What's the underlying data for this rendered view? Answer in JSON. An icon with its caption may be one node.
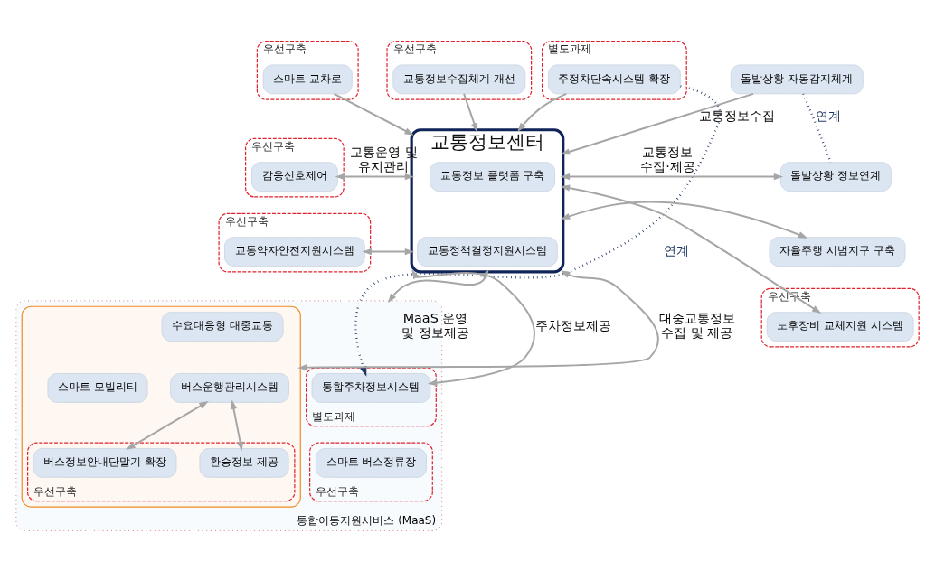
{
  "diagram": {
    "nodes": [
      {
        "text": [
          "우선구축"
        ]
      },
      {
        "text": [
          "스마트 교차로"
        ],
        "in": 0
      },
      {
        "text": [
          "우선구축"
        ]
      },
      {
        "text": [
          "교통정보수집체계 개선"
        ],
        "in": 2
      },
      {
        "text": [
          "돌발상황 자동감지체계"
        ]
      },
      {
        "text": [
          "별도과제"
        ]
      },
      {
        "text": [
          "주정차단속시스템 확장"
        ],
        "in": 5
      },
      {
        "text": [
          "우선구축"
        ]
      },
      {
        "text": [
          "감응신호제어"
        ],
        "in": 7
      },
      {
        "text": [
          "우선구축"
        ]
      },
      {
        "text": [
          "교통약자안전지원시스템"
        ],
        "in": 9
      },
      {
        "text": [
          "교통정보센터"
        ]
      },
      {
        "text": [
          "교통정보 플랫폼 구축"
        ],
        "in": 11
      },
      {
        "text": [
          "교통정책결정지원시스템"
        ],
        "in": 11
      },
      {
        "text": [
          "돌발상황 정보연계"
        ]
      },
      {
        "text": [
          "자율주행 시범지구 구축"
        ]
      },
      {
        "text": [
          "우선구축"
        ]
      },
      {
        "text": [
          "노후장비 교체지원 시스템"
        ],
        "in": 16
      },
      {
        "text": [
          "통합이동지원서비스 (MaaS)"
        ]
      },
      {
        "text": [],
        "shape": "box",
        "in": 18
      },
      {
        "text": [
          "버스운행관리시스템"
        ],
        "in": 19
      },
      {
        "text": [
          "스마트 모빌리티"
        ],
        "in": 19
      },
      {
        "text": [
          "수요대응형 대중교통"
        ],
        "in": 19
      },
      {
        "text": [
          "우선구축"
        ],
        "in": 19
      },
      {
        "text": [
          "환승정보 제공"
        ],
        "in": 23
      },
      {
        "text": [
          "버스정보안내단말기 확장"
        ],
        "in": 23
      },
      {
        "text": [
          "별도과제"
        ],
        "in": 18
      },
      {
        "text": [
          "통합주차정보시스템"
        ],
        "in": 26
      },
      {
        "text": [
          "우선구축"
        ],
        "in": 18
      },
      {
        "text": [
          "스마트 버스정류장"
        ],
        "in": 28
      }
    ],
    "edges": [
      {
        "from": 1,
        "to": 11,
        "arrow": "to"
      },
      {
        "from": 3,
        "to": 11,
        "arrow": "to"
      },
      {
        "from": 4,
        "to": 11,
        "arrow": "to",
        "label": "교통정보수집"
      },
      {
        "from": 6,
        "to": 11,
        "arrow": "to"
      },
      {
        "from": 4,
        "to": 14,
        "arrow": "none",
        "label": "연계",
        "style": "dashed",
        "color": "#1f3864"
      },
      {
        "from": 6,
        "to": 27,
        "arrow": "to",
        "label": "연계",
        "style": "dashed",
        "color": "#1f3864"
      },
      {
        "from": 11,
        "to": 8,
        "arrow": "both",
        "label": "교통운영 및 유지관리"
      },
      {
        "from": 11,
        "to": 10,
        "arrow": "both"
      },
      {
        "from": 11,
        "to": 14,
        "arrow": "both",
        "label": "교통정보 수집·제공"
      },
      {
        "from": 11,
        "to": 15,
        "arrow": "both"
      },
      {
        "from": 11,
        "to": 17,
        "arrow": "both"
      },
      {
        "from": 11,
        "to": 19,
        "arrow": "both",
        "label": "대중교통정보 수집 및 제공"
      },
      {
        "from": 11,
        "to": 18,
        "arrow": "both",
        "label": "MaaS 운영 및 정보제공"
      },
      {
        "from": 11,
        "to": 27,
        "arrow": "both",
        "label": "주차정보제공"
      },
      {
        "from": 20,
        "to": 24,
        "arrow": "both"
      },
      {
        "from": 20,
        "to": 25,
        "arrow": "both"
      }
    ]
  }
}
